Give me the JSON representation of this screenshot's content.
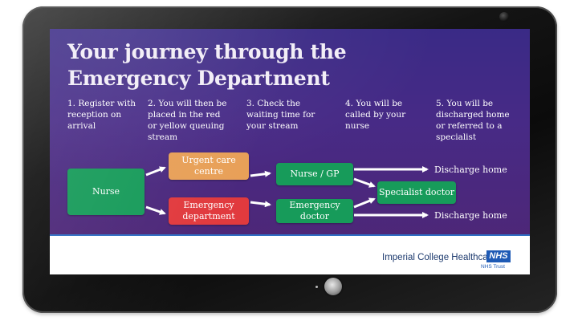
{
  "slide": {
    "title_line1": "Your journey through the",
    "title_line2": "Emergency Department",
    "steps": [
      {
        "lines": [
          "1. Register with",
          "reception on",
          "arrival"
        ]
      },
      {
        "lines": [
          "2. You will then be",
          "placed in the red",
          "or yellow queuing",
          "stream"
        ]
      },
      {
        "lines": [
          "3. Check the",
          "waiting time for",
          "your stream"
        ]
      },
      {
        "lines": [
          "4. You will be",
          "called by your",
          "nurse"
        ]
      },
      {
        "lines": [
          "5. You will be",
          "discharged home",
          "or referred to a",
          "specialist"
        ]
      }
    ],
    "flow": {
      "nurse": "Nurse",
      "urgent_care": [
        "Urgent care",
        "centre"
      ],
      "emergency_department": [
        "Emergency",
        "department"
      ],
      "nurse_gp": "Nurse / GP",
      "emergency_doctor": [
        "Emergency",
        "doctor"
      ],
      "specialist_doctor": "Specialist doctor",
      "discharge_top": "Discharge home",
      "discharge_bottom": "Discharge home"
    },
    "footer": {
      "org_name": "Imperial College Healthcare",
      "badge": "NHS",
      "trust": "NHS Trust"
    }
  },
  "colors": {
    "background_purple": "#472a86",
    "box_green": "#179b5a",
    "box_orange": "#e8a058",
    "box_red": "#e13a3e",
    "nhs_blue": "#1e5ab5"
  },
  "icons": {
    "power_button": "power-button-icon",
    "camera": "camera-icon"
  }
}
